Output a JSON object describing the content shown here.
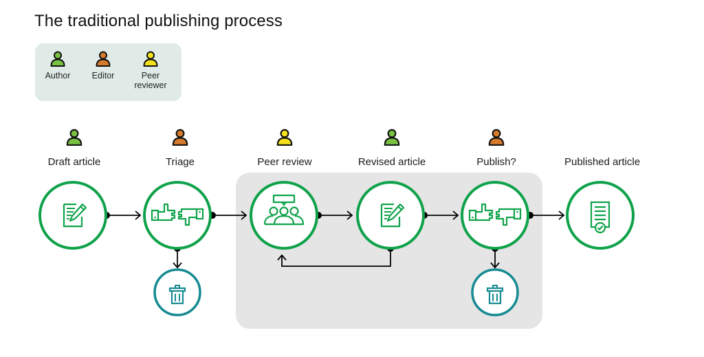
{
  "title": "The traditional publishing process",
  "legend": {
    "items": [
      {
        "label": "Author",
        "role": "author",
        "color": "#7ac143"
      },
      {
        "label": "Editor",
        "role": "editor",
        "color": "#d67a2e"
      },
      {
        "label": "Peer reviewer",
        "label_line1": "Peer",
        "label_line2": "reviewer",
        "role": "peer-reviewer",
        "color": "#f5e21c"
      }
    ]
  },
  "colors": {
    "node_stroke": "#0fa24a",
    "discard_stroke": "#168a92",
    "connector": "#000000",
    "region": "#e5e5e5",
    "legend_bg": "#e0ebe8"
  },
  "stages": [
    {
      "label": "Draft article",
      "role": "author",
      "icon": "edit-document-icon"
    },
    {
      "label": "Triage",
      "role": "editor",
      "icon": "thumbs-up-down-icon",
      "discard": true
    },
    {
      "label": "Peer review",
      "role": "peer-reviewer",
      "icon": "review-group-icon"
    },
    {
      "label": "Revised article",
      "role": "author",
      "icon": "edit-document-icon",
      "loops_back_to": "Peer review"
    },
    {
      "label": "Publish?",
      "role": "editor",
      "icon": "thumbs-up-down-icon",
      "discard": true
    },
    {
      "label": "Published article",
      "role": null,
      "icon": "certified-document-icon"
    }
  ],
  "discard_icon": "trash-icon"
}
